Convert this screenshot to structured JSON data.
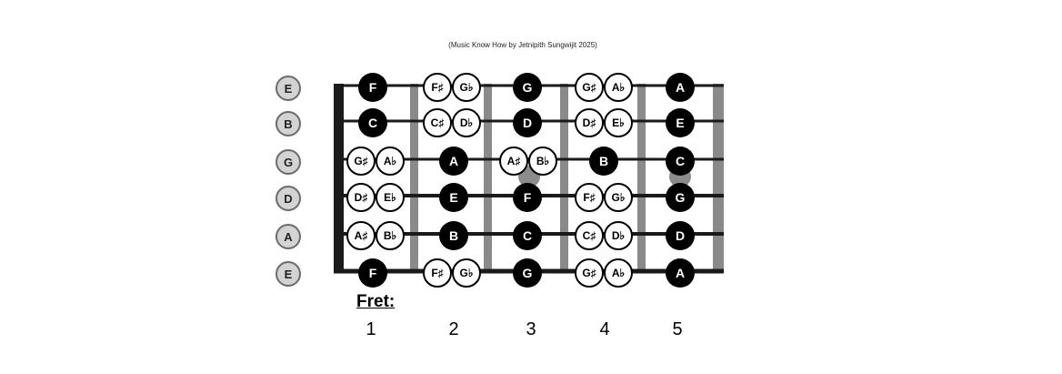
{
  "credit": "(Music Know How by Jetnipith Sungwijit 2025)",
  "open_strings": [
    "E",
    "B",
    "G",
    "D",
    "A",
    "E"
  ],
  "fret_label": "Fret:",
  "fret_numbers": [
    "1",
    "2",
    "3",
    "4",
    "5"
  ],
  "notes": [
    {
      "string": 0,
      "fret": 1,
      "label": "F",
      "type": "natural"
    },
    {
      "string": 0,
      "fret": 2,
      "label": "F♯",
      "type": "sharp"
    },
    {
      "string": 0,
      "fret": 2,
      "label": "G♭",
      "type": "flat"
    },
    {
      "string": 0,
      "fret": 3,
      "label": "G",
      "type": "natural"
    },
    {
      "string": 0,
      "fret": 4,
      "label": "G♯",
      "type": "sharp"
    },
    {
      "string": 0,
      "fret": 4,
      "label": "A♭",
      "type": "flat"
    },
    {
      "string": 0,
      "fret": 5,
      "label": "A",
      "type": "natural"
    },
    {
      "string": 1,
      "fret": 1,
      "label": "C",
      "type": "natural"
    },
    {
      "string": 1,
      "fret": 2,
      "label": "C♯",
      "type": "sharp"
    },
    {
      "string": 1,
      "fret": 2,
      "label": "D♭",
      "type": "flat"
    },
    {
      "string": 1,
      "fret": 3,
      "label": "D",
      "type": "natural"
    },
    {
      "string": 1,
      "fret": 4,
      "label": "D♯",
      "type": "sharp"
    },
    {
      "string": 1,
      "fret": 4,
      "label": "E♭",
      "type": "flat"
    },
    {
      "string": 1,
      "fret": 5,
      "label": "E",
      "type": "natural"
    },
    {
      "string": 2,
      "fret": 1,
      "label": "G♯",
      "type": "sharp"
    },
    {
      "string": 2,
      "fret": 1,
      "label": "A♭",
      "type": "flat"
    },
    {
      "string": 2,
      "fret": 2,
      "label": "A",
      "type": "natural"
    },
    {
      "string": 2,
      "fret": 3,
      "label": "A♯",
      "type": "sharp"
    },
    {
      "string": 2,
      "fret": 3,
      "label": "B♭",
      "type": "flat"
    },
    {
      "string": 2,
      "fret": 4,
      "label": "B",
      "type": "natural"
    },
    {
      "string": 2,
      "fret": 5,
      "label": "C",
      "type": "natural"
    },
    {
      "string": 3,
      "fret": 1,
      "label": "D♯",
      "type": "sharp"
    },
    {
      "string": 3,
      "fret": 1,
      "label": "E♭",
      "type": "flat"
    },
    {
      "string": 3,
      "fret": 2,
      "label": "E",
      "type": "natural"
    },
    {
      "string": 3,
      "fret": 3,
      "label": "F",
      "type": "natural"
    },
    {
      "string": 3,
      "fret": 4,
      "label": "F♯",
      "type": "sharp"
    },
    {
      "string": 3,
      "fret": 4,
      "label": "G♭",
      "type": "flat"
    },
    {
      "string": 3,
      "fret": 5,
      "label": "G",
      "type": "natural"
    },
    {
      "string": 4,
      "fret": 1,
      "label": "A♯",
      "type": "sharp"
    },
    {
      "string": 4,
      "fret": 1,
      "label": "B♭",
      "type": "flat"
    },
    {
      "string": 4,
      "fret": 2,
      "label": "B",
      "type": "natural"
    },
    {
      "string": 4,
      "fret": 3,
      "label": "C",
      "type": "natural"
    },
    {
      "string": 4,
      "fret": 4,
      "label": "C♯",
      "type": "sharp"
    },
    {
      "string": 4,
      "fret": 4,
      "label": "D♭",
      "type": "flat"
    },
    {
      "string": 4,
      "fret": 5,
      "label": "D",
      "type": "natural"
    },
    {
      "string": 5,
      "fret": 1,
      "label": "F",
      "type": "natural"
    },
    {
      "string": 5,
      "fret": 2,
      "label": "F♯",
      "type": "sharp"
    },
    {
      "string": 5,
      "fret": 2,
      "label": "G♭",
      "type": "flat"
    },
    {
      "string": 5,
      "fret": 3,
      "label": "G",
      "type": "natural"
    },
    {
      "string": 5,
      "fret": 4,
      "label": "G♯",
      "type": "sharp"
    },
    {
      "string": 5,
      "fret": 4,
      "label": "A♭",
      "type": "flat"
    },
    {
      "string": 5,
      "fret": 5,
      "label": "A",
      "type": "natural"
    }
  ],
  "colors": {
    "string": "#1a1a1a",
    "fret_bar": "#8a8a8a",
    "nut": "#1a1a1a",
    "fret_marker": "#8c8c8c",
    "open_string_fill": "#d3d3d3"
  }
}
